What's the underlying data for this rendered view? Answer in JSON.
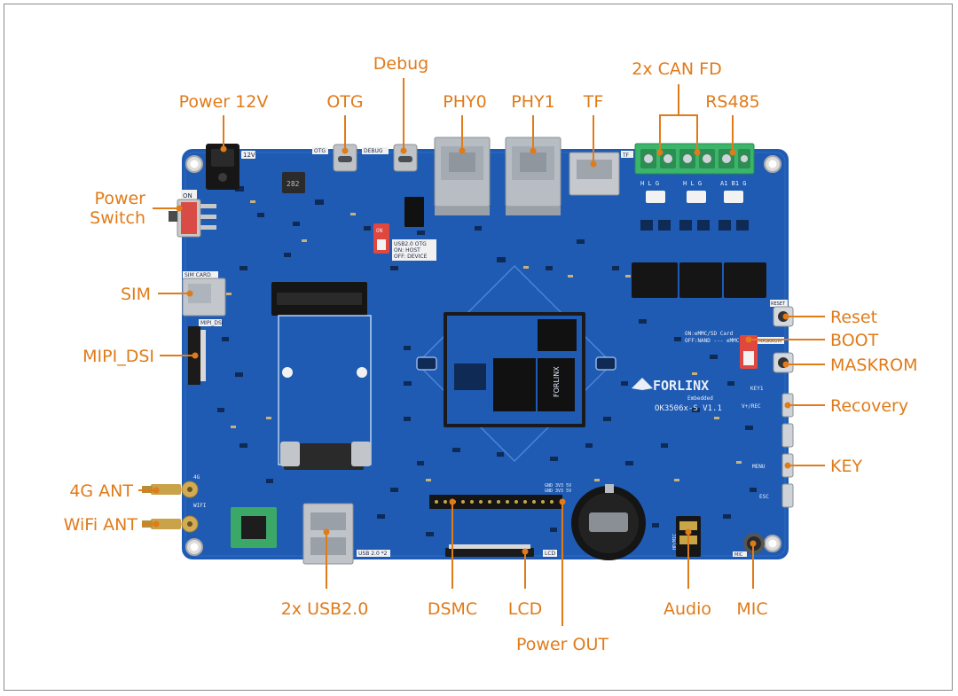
{
  "callouts": {
    "power_12v": "Power 12V",
    "otg": "OTG",
    "debug": "Debug",
    "phy0": "PHY0",
    "phy1": "PHY1",
    "tf": "TF",
    "can_fd": "2x CAN FD",
    "rs485": "RS485",
    "power_switch_1": "Power",
    "power_switch_2": "Switch",
    "sim": "SIM",
    "mipi_dsi": "MIPI_DSI",
    "ant_4g": "4G ANT",
    "wifi_ant": "WiFi ANT",
    "usb2": "2x USB2.0",
    "dsmc": "DSMC",
    "lcd": "LCD",
    "power_out": "Power OUT",
    "audio": "Audio",
    "mic": "MIC",
    "reset": "Reset",
    "boot": "BOOT",
    "maskrom": "MASKROM",
    "recovery": "Recovery",
    "key": "KEY"
  },
  "board": {
    "brand": "FORLINX",
    "brand_sub": "Embedded",
    "model": "OK3506x-S  V1.1",
    "silk_12v": "12V",
    "silk_otg": "OTG",
    "silk_debug": "DEBUG",
    "silk_tf": "TF",
    "silk_on": "ON",
    "silk_sim_card": "SIM CARD",
    "silk_mipi_dsi": "MIPI_DSI",
    "silk_4g": "4G",
    "silk_wifi": "WIFI",
    "silk_usb": "USB 2.0 *2",
    "silk_lcd": "LCD",
    "silk_mic": "MIC",
    "silk_reset": "RESET",
    "silk_maskrom": "MASKROM",
    "silk_recovery": "V+/REC",
    "silk_menu": "MENU",
    "silk_esc": "ESC",
    "silk_key": "KEY1",
    "silk_boot_line1": "ON:eMMC/SD Card",
    "silk_boot_line2": "OFF:NAND --- eMMC",
    "silk_usb_otg_1": "USB2.0 OTG",
    "silk_usb_otg_2": "ON: HOST",
    "silk_usb_otg_3": "OFF: DEVICE",
    "silk_can_hl1": "H L G",
    "silk_can_hl2": "H L G",
    "silk_rs485": "A1 B1 G",
    "silk_power_out": "GND 3V3 5V",
    "silk_power_out2": "GND 3V3 5V",
    "silk_dip_on": "ON",
    "silk_hp_mic": "HP/MIC",
    "silk_chip": "282"
  },
  "colors": {
    "accent": "#e07b1a",
    "pcb": "#1f5bb3",
    "pcb_dark": "#174a96",
    "silkscreen": "#e9eef7",
    "terminal_green": "#3bb56a",
    "dip_red": "#e0483f"
  }
}
